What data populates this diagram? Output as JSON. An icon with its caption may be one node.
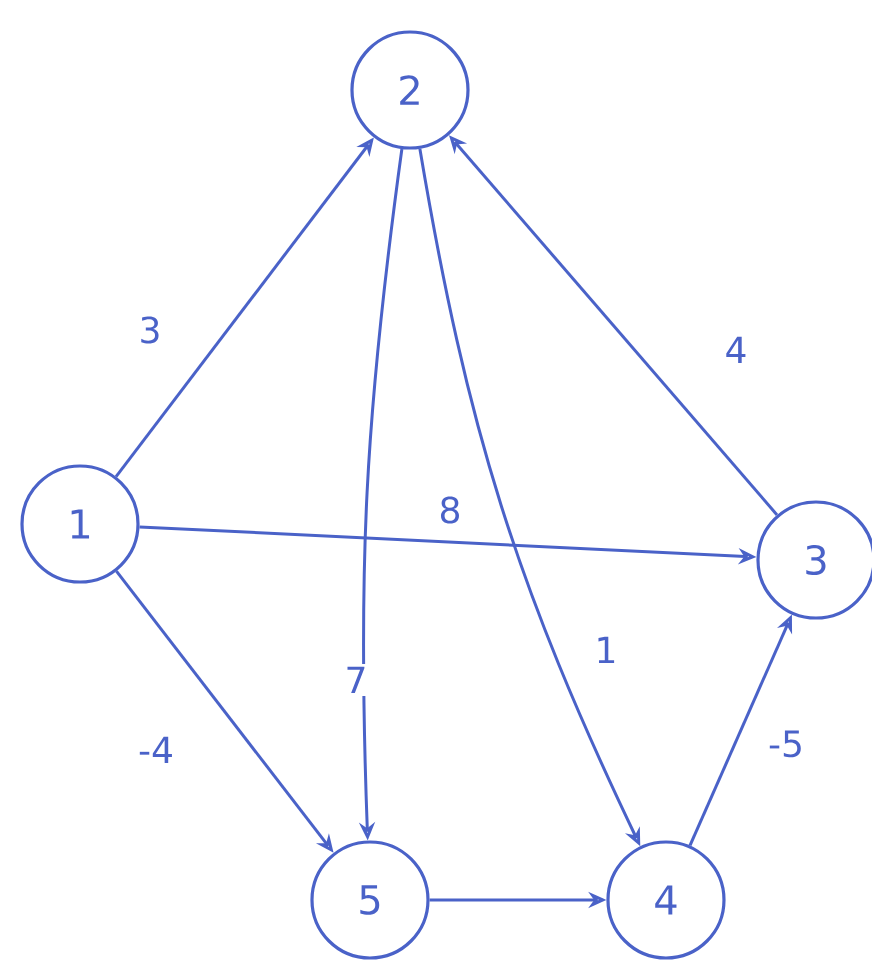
{
  "diagram": {
    "nodes": [
      {
        "text": [
          "1"
        ]
      },
      {
        "text": [
          "2"
        ]
      },
      {
        "text": [
          "3"
        ]
      },
      {
        "text": [
          "4"
        ]
      },
      {
        "text": [
          "5"
        ]
      }
    ],
    "edges": [
      {
        "from": 0,
        "to": 1,
        "arrow": "to",
        "label": "3"
      },
      {
        "from": 0,
        "to": 2,
        "arrow": "to",
        "label": "8"
      },
      {
        "from": 0,
        "to": 4,
        "arrow": "to",
        "label": "-4"
      },
      {
        "from": 1,
        "to": 4,
        "arrow": "to",
        "label": "7"
      },
      {
        "from": 1,
        "to": 3,
        "arrow": "to",
        "label": "1"
      },
      {
        "from": 2,
        "to": 1,
        "arrow": "to",
        "label": "4"
      },
      {
        "from": 3,
        "to": 2,
        "arrow": "to",
        "label": "-5"
      },
      {
        "from": 4,
        "to": 3,
        "arrow": "to"
      }
    ]
  }
}
